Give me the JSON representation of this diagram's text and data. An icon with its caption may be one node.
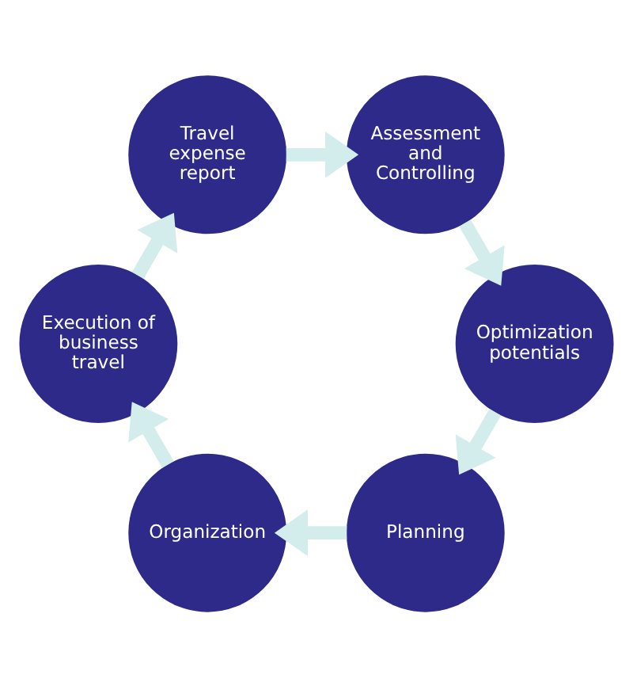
{
  "diagram": {
    "nodes": [
      {
        "text": [
          "Planning"
        ]
      },
      {
        "text": [
          "Organization"
        ]
      },
      {
        "text": [
          "Execution of business travel"
        ]
      },
      {
        "text": [
          "Travel expense report"
        ]
      },
      {
        "text": [
          "Assessment and Controlling"
        ]
      },
      {
        "text": [
          "Optimization potentials"
        ]
      }
    ],
    "edges": [
      {
        "from": 0,
        "to": 1,
        "arrow": "to"
      },
      {
        "from": 1,
        "to": 2,
        "arrow": "to"
      },
      {
        "from": 2,
        "to": 3,
        "arrow": "to"
      },
      {
        "from": 3,
        "to": 4,
        "arrow": "to"
      },
      {
        "from": 4,
        "to": 5,
        "arrow": "to"
      },
      {
        "from": 5,
        "to": 0,
        "arrow": "to"
      }
    ]
  }
}
